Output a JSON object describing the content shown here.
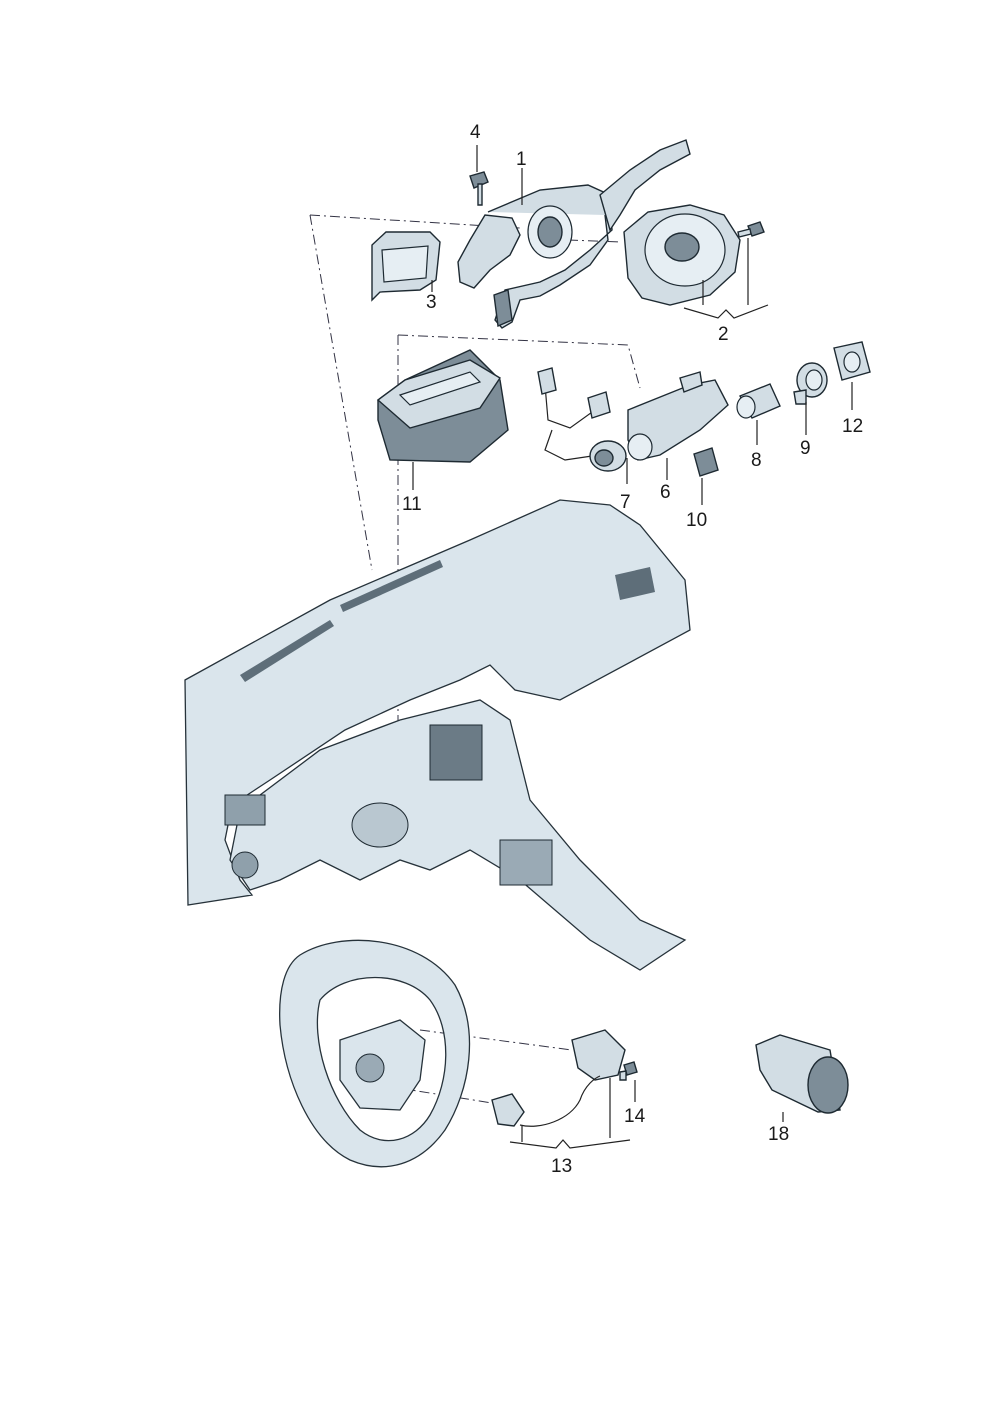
{
  "callouts": [
    {
      "id": "c1",
      "label": "1"
    },
    {
      "id": "c2",
      "label": "2"
    },
    {
      "id": "c3",
      "label": "3"
    },
    {
      "id": "c4",
      "label": "4"
    },
    {
      "id": "c6",
      "label": "6"
    },
    {
      "id": "c7",
      "label": "7"
    },
    {
      "id": "c8",
      "label": "8"
    },
    {
      "id": "c9",
      "label": "9"
    },
    {
      "id": "c10",
      "label": "10"
    },
    {
      "id": "c11",
      "label": "11"
    },
    {
      "id": "c12",
      "label": "12"
    },
    {
      "id": "c13",
      "label": "13"
    },
    {
      "id": "c14",
      "label": "14"
    },
    {
      "id": "c18",
      "label": "18"
    }
  ],
  "colors": {
    "part_fill": "#d2dde4",
    "part_shadow": "#7d8d98",
    "outline": "#1e2a32"
  }
}
